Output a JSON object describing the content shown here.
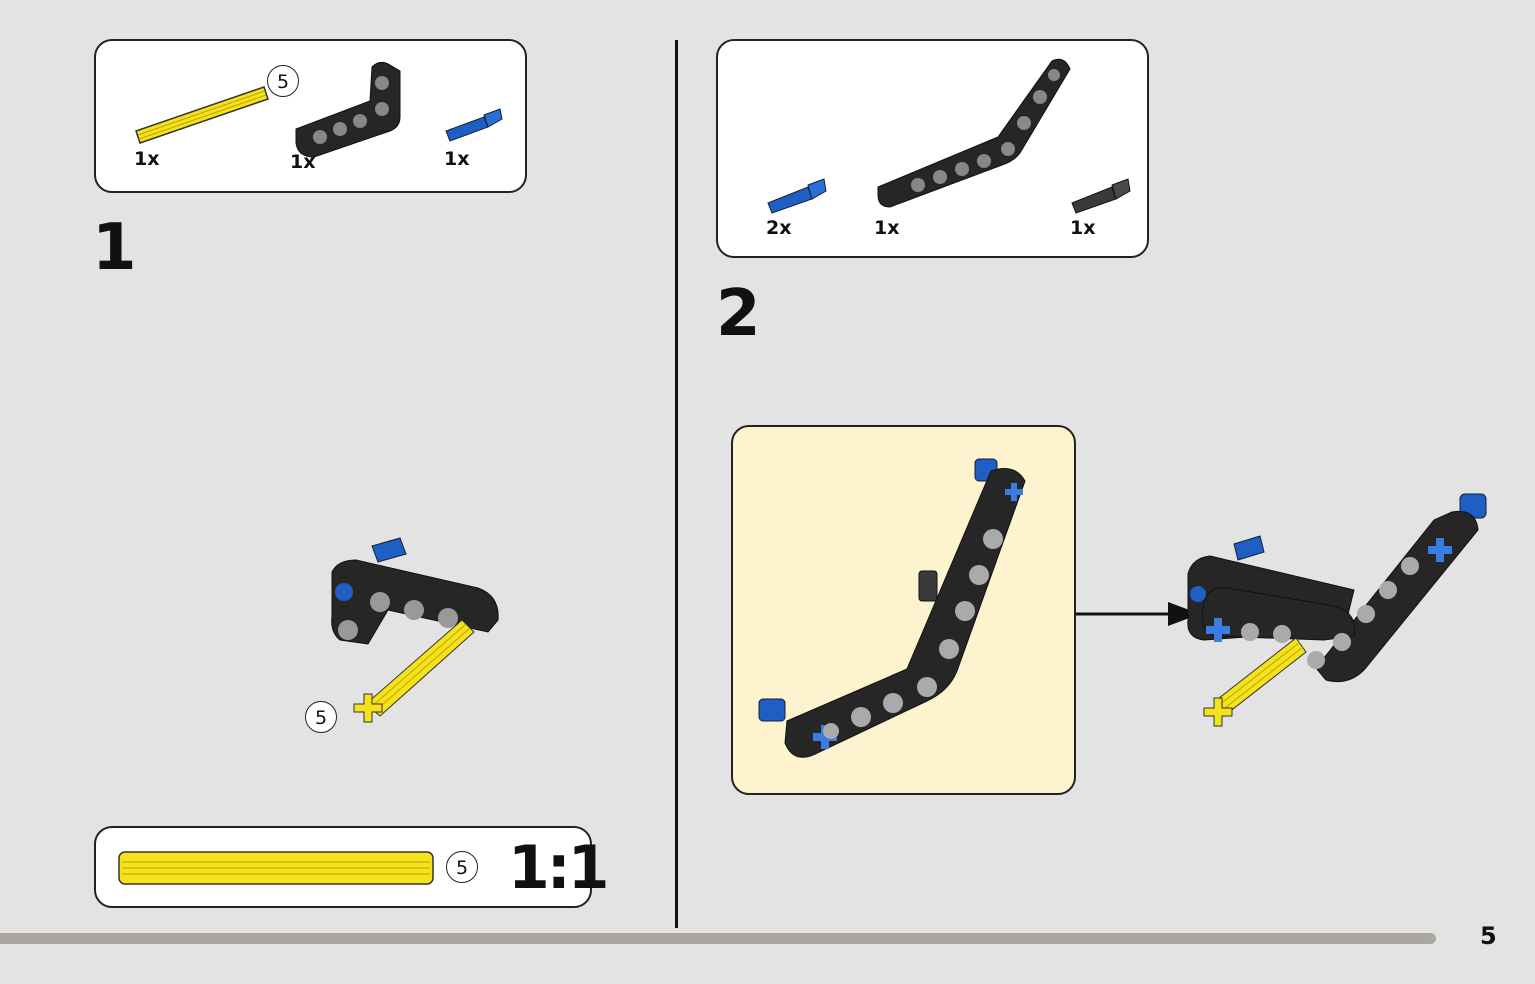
{
  "page": {
    "number": "5"
  },
  "steps": [
    {
      "number": "1",
      "parts": [
        {
          "name": "axle-5-yellow",
          "qty": "1x",
          "length_callout": "5"
        },
        {
          "name": "angled-beam-black",
          "qty": "1x"
        },
        {
          "name": "pin-axle-blue",
          "qty": "1x"
        }
      ],
      "assembly_callout": "5"
    },
    {
      "number": "2",
      "parts": [
        {
          "name": "pin-axle-blue",
          "qty": "2x"
        },
        {
          "name": "bent-beam-black",
          "qty": "1x"
        },
        {
          "name": "pin-dark-grey",
          "qty": "1x"
        }
      ]
    }
  ],
  "scale_ruler": {
    "callout": "5",
    "scale_label": "1:1"
  },
  "colors": {
    "background": "#e3e3e3",
    "subassembly_bg": "#fdf3cf",
    "axle": "#f5e21a",
    "beam": "#262626",
    "pin_blue": "#1f5fc4"
  }
}
